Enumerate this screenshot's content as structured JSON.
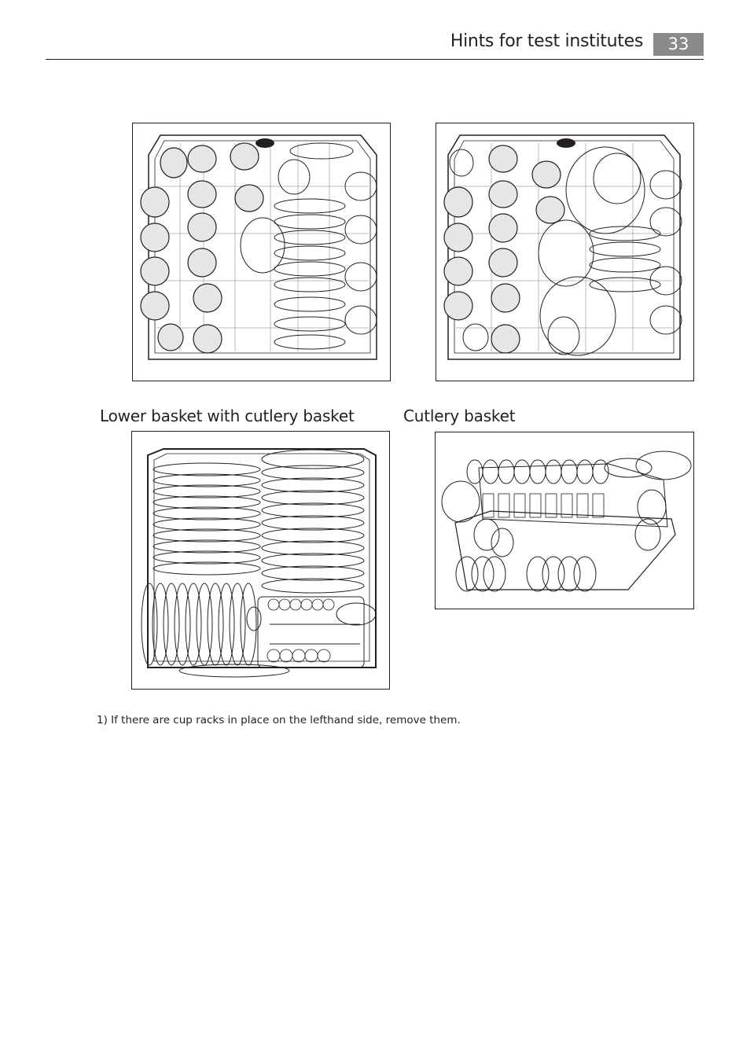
{
  "header": {
    "title": "Hints for test institutes",
    "page_number": "33",
    "badge_color": "#8a8a8c"
  },
  "figures": [
    {
      "name": "upper-basket-variant-a",
      "caption": ""
    },
    {
      "name": "upper-basket-variant-b",
      "caption": ""
    },
    {
      "name": "lower-basket-with-cutlery-basket",
      "caption": "Lower basket with cutlery basket"
    },
    {
      "name": "cutlery-basket",
      "caption": "Cutlery basket"
    }
  ],
  "footnote": "1) If there are cup racks in place on the lefthand side, remove them.",
  "colors": {
    "cup_fill": "#e6e6e6",
    "line": "#231f20"
  }
}
